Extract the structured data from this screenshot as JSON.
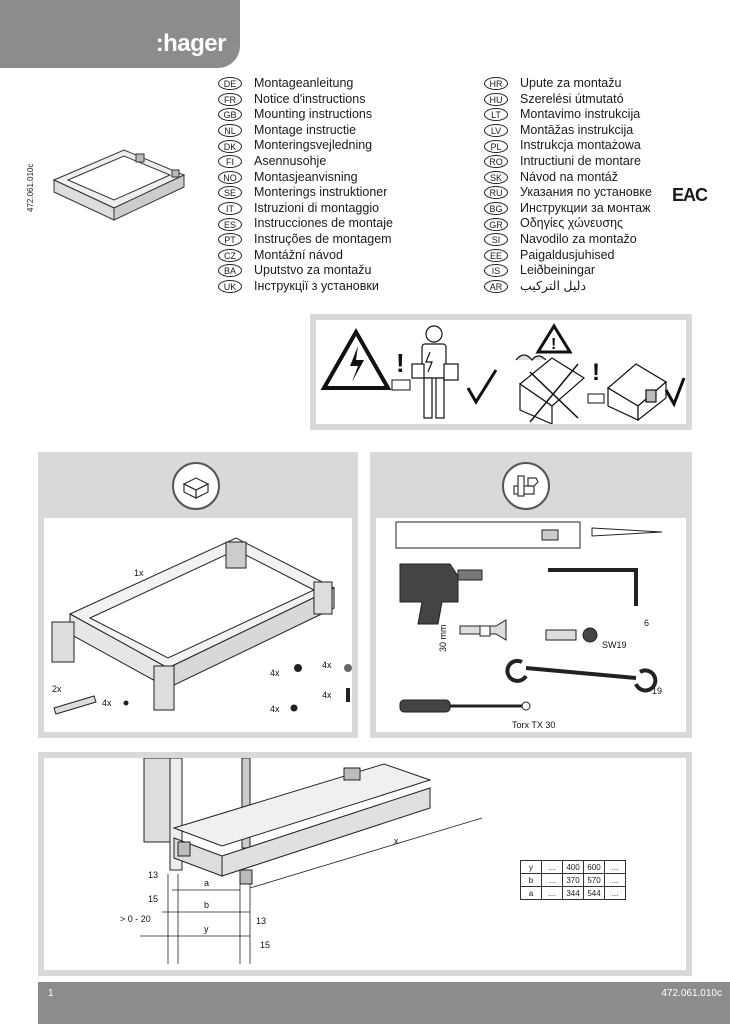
{
  "header": {
    "brand": ":hager"
  },
  "doc_code_side": "472.061.010c",
  "languages_left": [
    {
      "code": "DE",
      "label": "Montageanleitung"
    },
    {
      "code": "FR",
      "label": "Notice d'instructions"
    },
    {
      "code": "GB",
      "label": "Mounting instructions"
    },
    {
      "code": "NL",
      "label": "Montage instructie"
    },
    {
      "code": "DK",
      "label": "Monteringsvejledning"
    },
    {
      "code": "FI",
      "label": "Asennusohje"
    },
    {
      "code": "NO",
      "label": "Montasjeanvisning"
    },
    {
      "code": "SE",
      "label": "Monterings instruktioner"
    },
    {
      "code": "IT",
      "label": "Istruzioni di montaggio"
    },
    {
      "code": "ES",
      "label": "Instrucciones de montaje"
    },
    {
      "code": "PT",
      "label": "Instruções de montagem"
    },
    {
      "code": "CZ",
      "label": "Montážní návod"
    },
    {
      "code": "BA",
      "label": "Uputstvo za montažu"
    },
    {
      "code": "UK",
      "label": "Інструкції з установки"
    }
  ],
  "languages_right": [
    {
      "code": "HR",
      "label": "Upute za montažu"
    },
    {
      "code": "HU",
      "label": "Szerelési útmutató"
    },
    {
      "code": "LT",
      "label": "Montavimo instrukcija"
    },
    {
      "code": "LV",
      "label": "Montāžas instrukcija"
    },
    {
      "code": "PL",
      "label": "Instrukcja montażowa"
    },
    {
      "code": "RO",
      "label": "Intructiuni de montare"
    },
    {
      "code": "SK",
      "label": "Návod na montáž"
    },
    {
      "code": "RU",
      "label": "Указания по установке"
    },
    {
      "code": "BG",
      "label": "Инструкции за монтаж"
    },
    {
      "code": "GR",
      "label": "Οδηγίες χώνευσης"
    },
    {
      "code": "SI",
      "label": "Navodilo za montažo"
    },
    {
      "code": "EE",
      "label": "Paigaldusjuhised"
    },
    {
      "code": "IS",
      "label": "Leiðbeiningar"
    },
    {
      "code": "AR",
      "label": "دليل التركيب"
    }
  ],
  "eac_mark": "EAC",
  "contents": {
    "qty_frame": "1x",
    "qty_plate": "2x",
    "qty_nut_small": "4x",
    "qty_screw": "4x",
    "qty_nut": "4x",
    "qty_bolt": "4x",
    "qty_washer": "4x"
  },
  "tools": {
    "hex_size": "6",
    "socket_label": "30 mm",
    "socket_size": "SW19",
    "wrench_size": "19",
    "torx_label": "Torx  TX 30"
  },
  "dimensions": {
    "x_label": "x",
    "d13a": "13",
    "a": "a",
    "d15a": "15",
    "range": "> 0 - 20",
    "b": "b",
    "d13b": "13",
    "y": "y",
    "d15b": "15"
  },
  "dim_table": {
    "rows": [
      [
        "y",
        "...",
        "400",
        "600",
        "..."
      ],
      [
        "b",
        "...",
        "370",
        "570",
        "..."
      ],
      [
        "a",
        "...",
        "344",
        "544",
        "..."
      ]
    ]
  },
  "footer": {
    "page": "1",
    "code": "472.061.010c"
  }
}
